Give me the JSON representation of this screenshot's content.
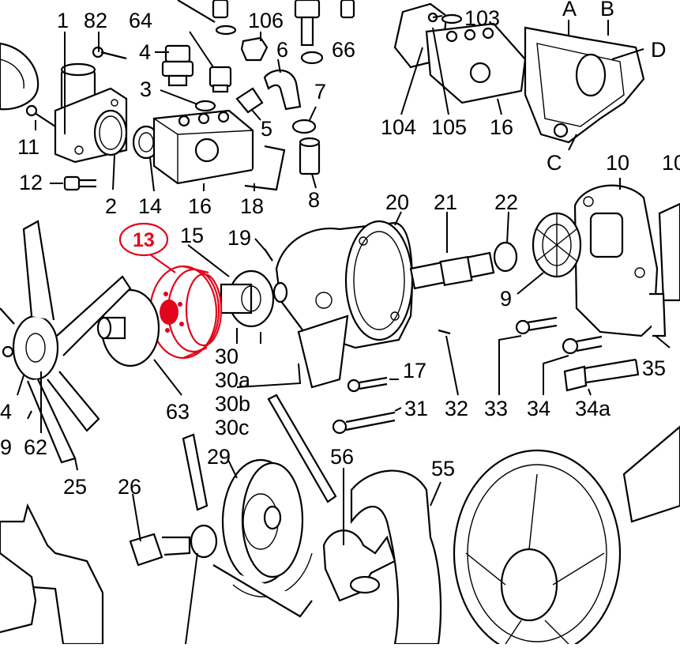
{
  "diagram": {
    "highlight_color": "#e1061b",
    "line_color": "#000000",
    "highlighted_label": "13",
    "labels": {
      "l1": "1",
      "l82": "82",
      "l64": "64",
      "l106": "106",
      "l103": "103",
      "lA": "A",
      "lB": "B",
      "lD": "D",
      "l4a": "4",
      "l6": "6",
      "l66": "66",
      "l3": "3",
      "l7": "7",
      "l5": "5",
      "l11": "11",
      "l104": "104",
      "l105": "105",
      "l16a": "16",
      "lC": "C",
      "l10": "10",
      "l10b": "10",
      "l12": "12",
      "l2": "2",
      "l14": "14",
      "l16b": "16",
      "l18": "18",
      "l8": "8",
      "l20": "20",
      "l21": "21",
      "l22": "22",
      "l15": "15",
      "l19": "19",
      "l9": "9",
      "l30": "30",
      "l30a": "30a",
      "l30b": "30b",
      "l30c": "30c",
      "l17": "17",
      "l35": "35",
      "l31": "31",
      "l32": "32",
      "l33": "33",
      "l34": "34",
      "l34a": "34a",
      "l63": "63",
      "l4b": "4",
      "l9b": "9",
      "l62": "62",
      "l29": "29",
      "l56": "56",
      "l55": "55",
      "l25": "25",
      "l26": "26"
    }
  }
}
